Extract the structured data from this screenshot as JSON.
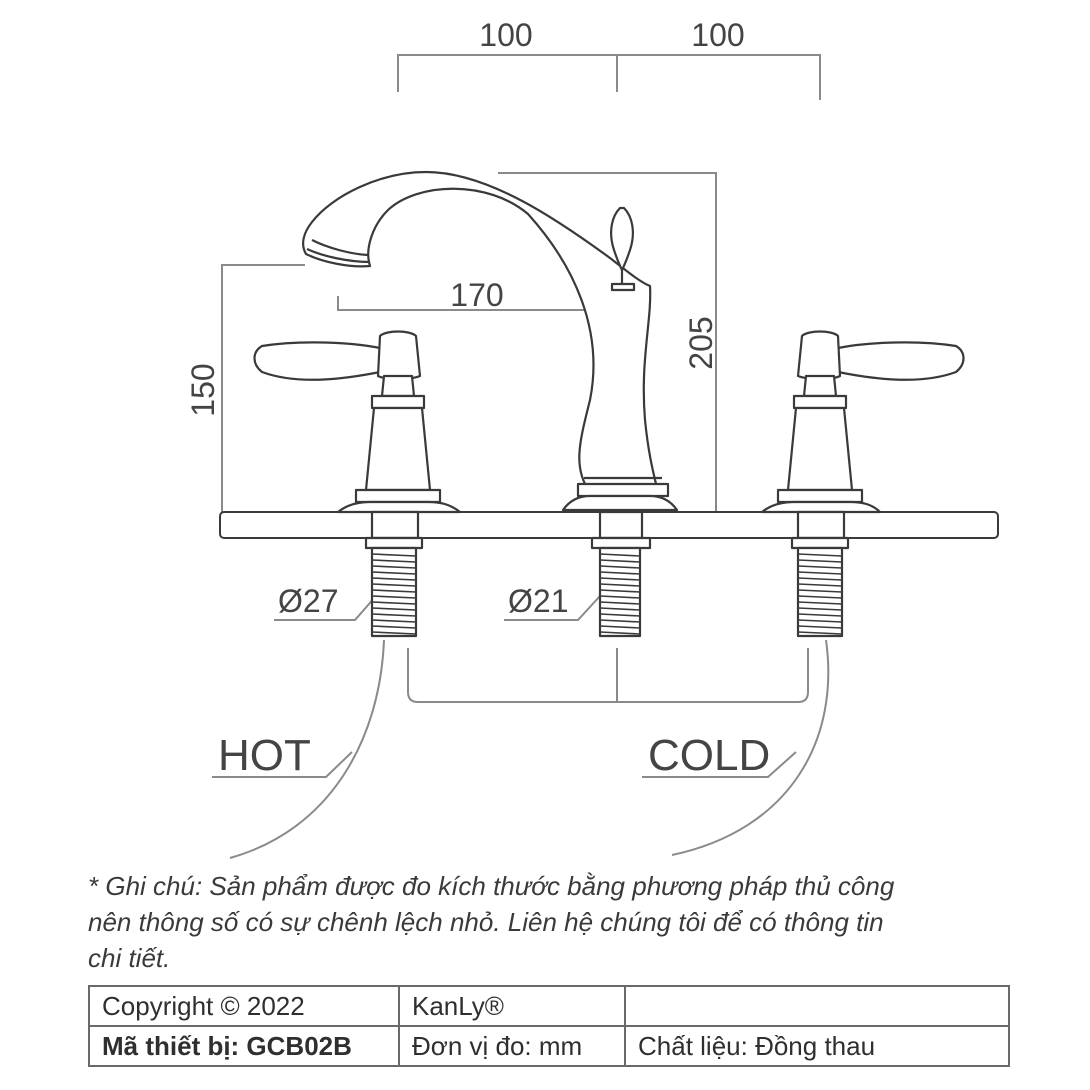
{
  "dimensions": {
    "left_spacing": "100",
    "right_spacing": "100",
    "spout_reach": "170",
    "spout_height": "150",
    "total_height": "205",
    "large_thread_diameter": "Ø27",
    "small_thread_diameter": "Ø21"
  },
  "labels": {
    "hot": "HOT",
    "cold": "COLD"
  },
  "note": {
    "line1": "* Ghi chú: Sản phẩm được đo kích thước bằng phương pháp thủ công",
    "line2": "nên thông số có sự chênh lệch nhỏ. Liên hệ chúng tôi để có thông tin",
    "line3": "chi tiết."
  },
  "info_table": {
    "copyright": "Copyright © 2022",
    "brand": "KanLy®",
    "model_label": "Mã thiết bị: GCB02B",
    "unit": "Đơn vị đo: mm",
    "material": "Chất liệu: Đồng thau"
  },
  "colors": {
    "line": "#3a3a3a",
    "dimension_line": "#8a8a8a"
  }
}
